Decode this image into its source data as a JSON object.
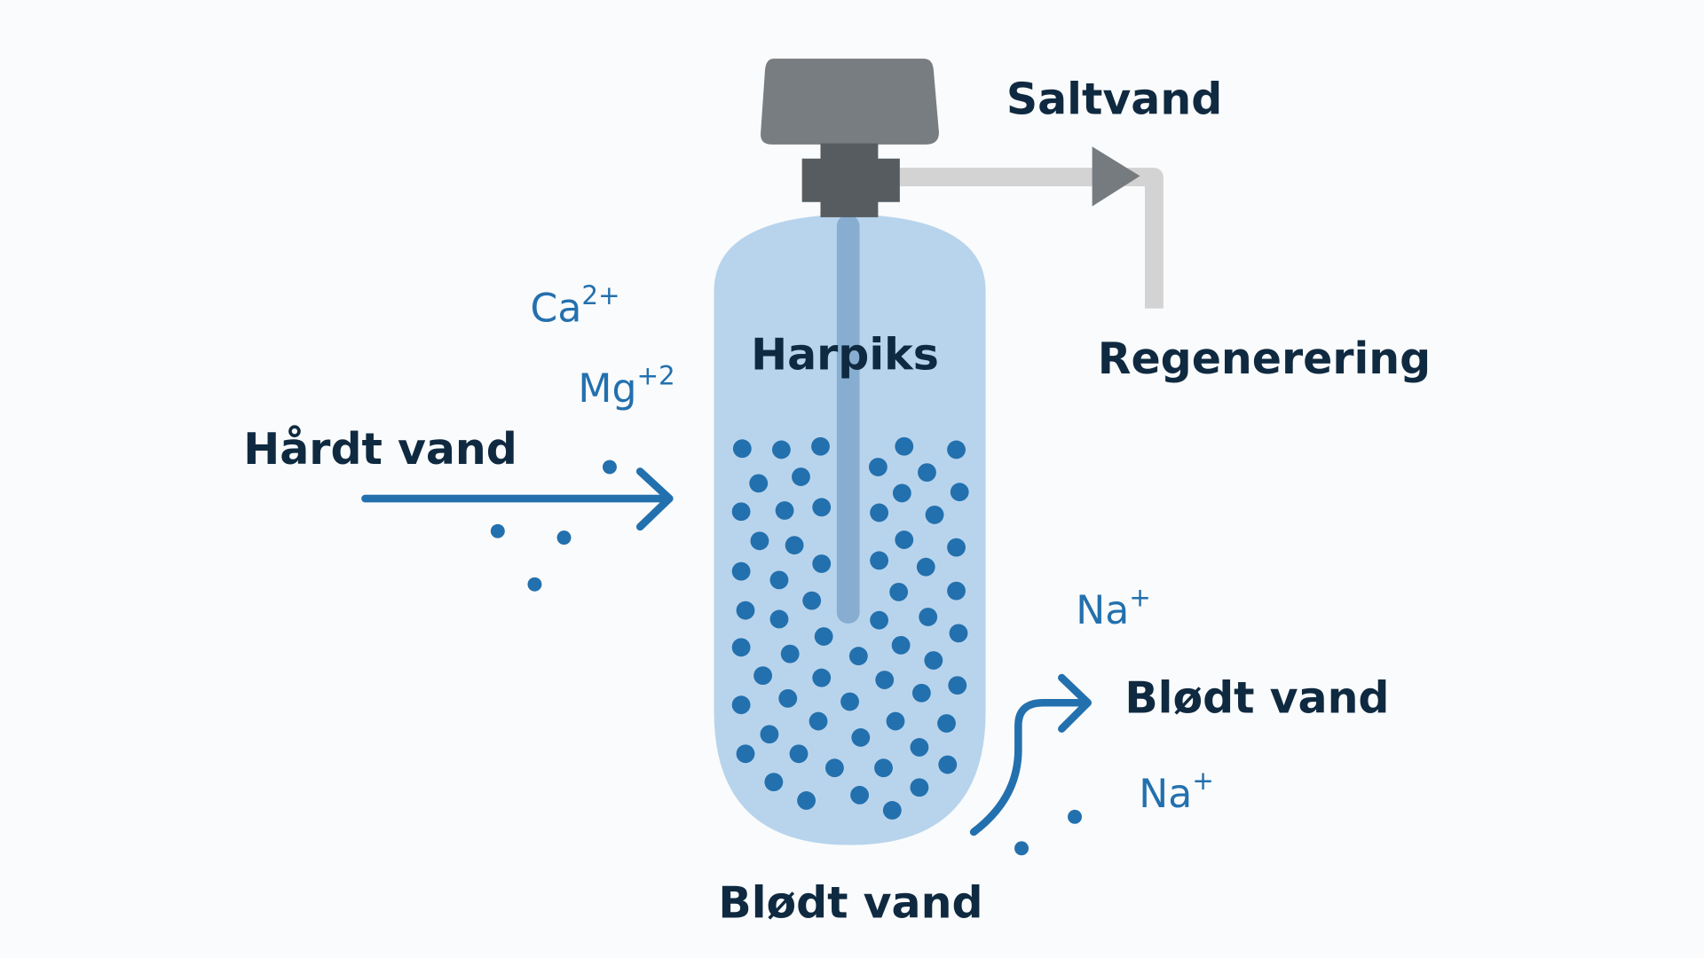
{
  "labels": {
    "saltwater": "Saltvand",
    "regeneration": "Regenerering",
    "resin": "Harpiks",
    "hard_water": "Hårdt vand",
    "soft_water_right": "Blødt vand",
    "soft_water_bottom": "Blødt vand"
  },
  "ions": {
    "calcium": {
      "symbol": "Ca",
      "charge": "2+"
    },
    "magnesium": {
      "symbol": "Mg",
      "charge": "+2"
    },
    "sodium_1": {
      "symbol": "Na",
      "charge": "+"
    },
    "sodium_2": {
      "symbol": "Na",
      "charge": "+"
    }
  },
  "colors": {
    "text": "#0f2a40",
    "accent_blue": "#2370ae",
    "tank": "#b8d4ec",
    "tube": "#87aed0",
    "cap": "#787d81",
    "valve": "#565c60",
    "pipe": "#d3d3d3"
  }
}
